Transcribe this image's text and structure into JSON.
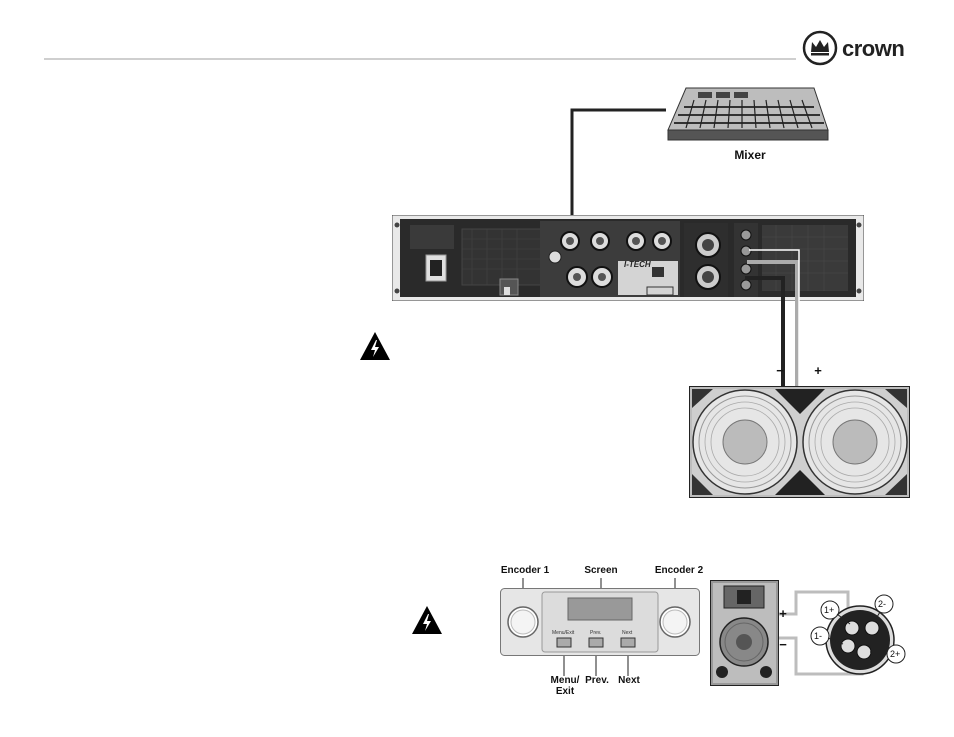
{
  "header": {
    "brand": "crown"
  },
  "diagram": {
    "mixer_label": "Mixer",
    "amp_brand_text": "I-TECH",
    "polarity_minus": "−",
    "polarity_plus": "+",
    "panel_labels": {
      "encoder1": "Encoder 1",
      "screen": "Screen",
      "encoder2": "Encoder 2",
      "menu": "Menu/",
      "exit": "Exit",
      "prev": "Prev.",
      "next": "Next"
    },
    "panel_button_captions": {
      "menu": "Menu/Exit",
      "prev": "Prev.",
      "next": "Next"
    },
    "speakon_pins": {
      "p1plus": "1+",
      "p1minus": "1-",
      "p2minus": "2-",
      "p2plus": "2+"
    },
    "small_speaker_plus": "+",
    "small_speaker_minus": "−"
  },
  "colors": {
    "line": "#222222",
    "warning": "#000000",
    "panel": "#e6e6e6"
  }
}
